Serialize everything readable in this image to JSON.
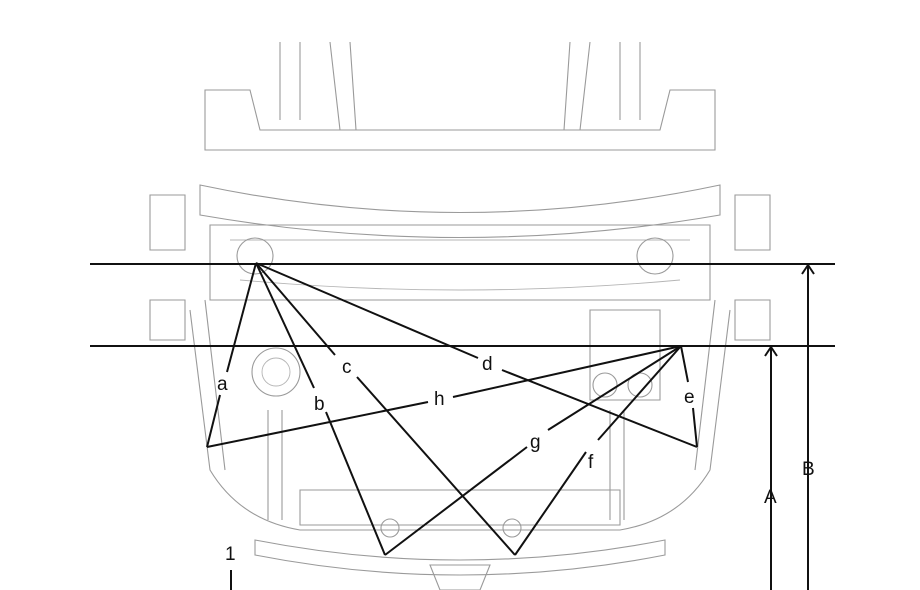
{
  "diagram": {
    "point_labels": [
      "a",
      "b",
      "c",
      "d",
      "e",
      "f",
      "g",
      "h"
    ],
    "reference_labels": [
      "A",
      "B"
    ],
    "callout": "1",
    "colors": {
      "dimension_line": "#111111",
      "body_outline": "#9a9a9a"
    }
  }
}
